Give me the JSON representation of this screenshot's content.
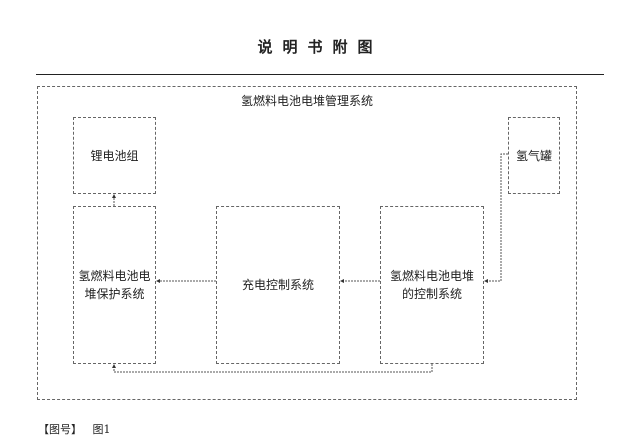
{
  "header": {
    "title": "说明书附图"
  },
  "diagram": {
    "system_title": "氢燃料电池电堆管理系统",
    "blocks": {
      "lithium_battery": "锂电池组",
      "hydrogen_tank": "氢气罐",
      "protection_system": "氢燃料电池电堆保护系统",
      "charging_control": "充电控制系统",
      "stack_control": "氢燃料电池电堆的控制系统"
    }
  },
  "caption": {
    "label": "【图号】",
    "figure": "图1"
  }
}
